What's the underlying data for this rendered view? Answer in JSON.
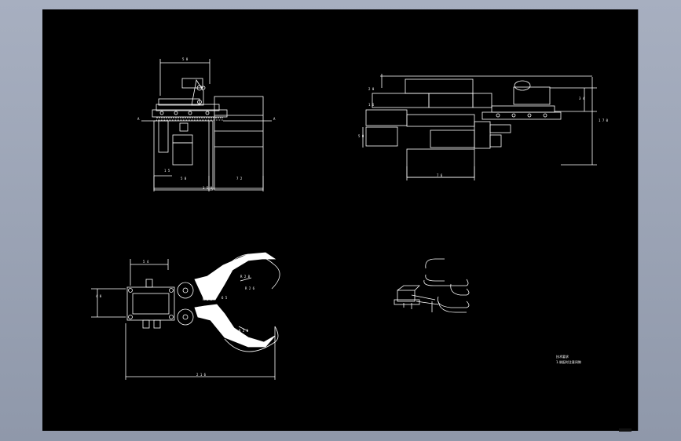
{
  "drawing": {
    "front_view": {
      "dims": {
        "top_width": "5 0",
        "bottom_left": "5 0",
        "bottom_total": "1 5 0",
        "bottom_right": "7 2",
        "left_small": "1 5",
        "section_left": "A",
        "section_right": "A"
      }
    },
    "side_view": {
      "dims": {
        "top_left": "2 0",
        "mid_left": "1 6",
        "left_height": "5 0",
        "bottom_width": "7 6",
        "right_small": "3 4",
        "right_total": "1 7 0"
      }
    },
    "top_view": {
      "dims": {
        "top_width": "5 4",
        "left_height": "4 0",
        "total_width": "2 1 6",
        "r1": "R 2 8",
        "r2": "R 2 8",
        "r3": "R 1 0",
        "r4": "R 2 6",
        "angle1": "6 5",
        "angle2": "6 5"
      }
    },
    "notes": {
      "line1": "技术要求",
      "line2": "1.装配时注意间隙"
    }
  },
  "colors": {
    "background": "#9aa3b5",
    "sheet": "#000000",
    "line": "#ffffff"
  }
}
